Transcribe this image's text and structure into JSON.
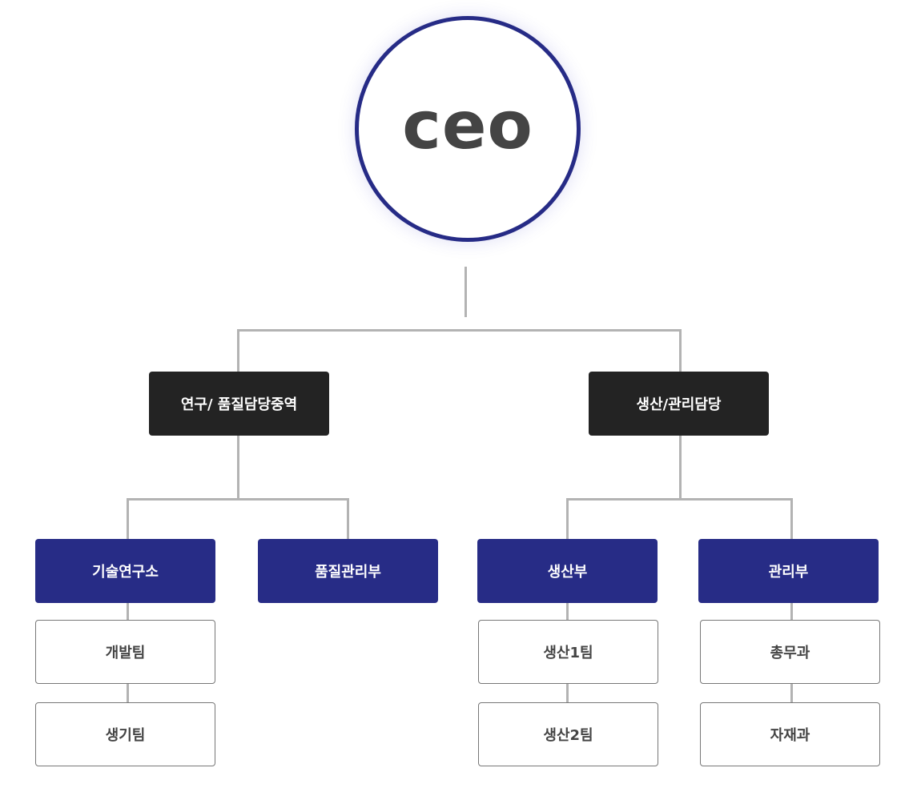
{
  "ceo": {
    "label": "ceo"
  },
  "divisions": [
    {
      "label": "연구/ 품질담당중역"
    },
    {
      "label": "생산/관리담당"
    }
  ],
  "departments": [
    {
      "label": "기술연구소",
      "teams": [
        "개발팀",
        "생기팀"
      ]
    },
    {
      "label": "품질관리부",
      "teams": []
    },
    {
      "label": "생산부",
      "teams": [
        "생산1팀",
        "생산2팀"
      ]
    },
    {
      "label": "관리부",
      "teams": [
        "총무과",
        "자재과"
      ]
    }
  ],
  "colors": {
    "ceo_border": "#262b86",
    "division": "#232323",
    "department": "#272c86",
    "connector": "#b3b3b3"
  }
}
